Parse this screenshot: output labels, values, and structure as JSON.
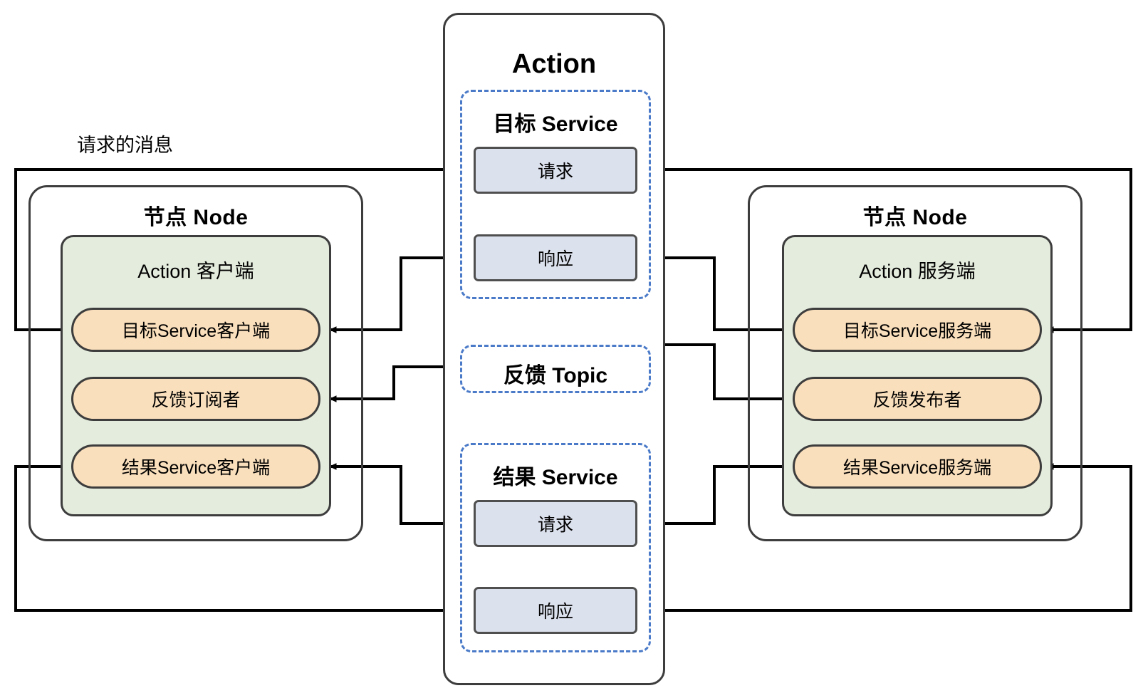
{
  "diagram": {
    "title_center": "Action",
    "free_labels": [
      {
        "text": "请求的消息"
      }
    ],
    "left_node": {
      "title": "节点 Node",
      "panel_title": "Action 客户端",
      "pills": [
        {
          "label": "目标Service客户端"
        },
        {
          "label": "反馈订阅者"
        },
        {
          "label": "结果Service客户端"
        }
      ]
    },
    "right_node": {
      "title": "节点 Node",
      "panel_title": "Action 服务端",
      "pills": [
        {
          "label": "目标Service服务端"
        },
        {
          "label": "反馈发布者"
        },
        {
          "label": "结果Service服务端"
        }
      ]
    },
    "middle_groups": [
      {
        "title": "目标 Service",
        "boxes": [
          {
            "label": "请求"
          },
          {
            "label": "响应"
          }
        ]
      },
      {
        "title": "反馈 Topic",
        "boxes": []
      },
      {
        "title": "结果 Service",
        "boxes": [
          {
            "label": "请求"
          },
          {
            "label": "响应"
          }
        ]
      }
    ],
    "colors": {
      "pill_fill": "#fadfbc",
      "panel_fill": "#e4ecdd",
      "msgbox_fill": "#dce1ee",
      "dashed_stroke": "#4a7ac8",
      "solid_stroke": "#3d3d3d",
      "wire_stroke": "#000000",
      "background": "#ffffff"
    }
  }
}
